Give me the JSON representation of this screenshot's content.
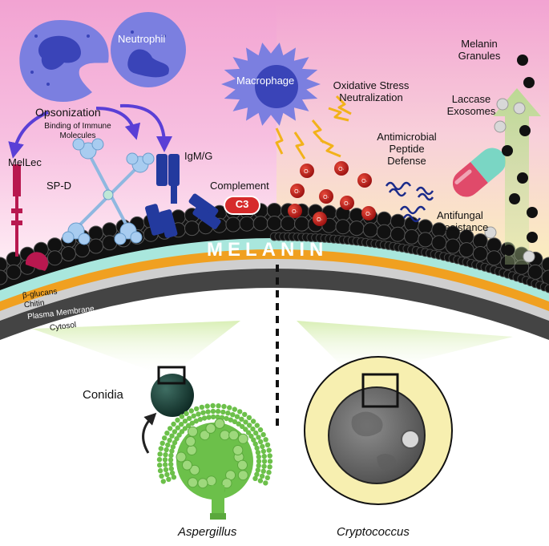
{
  "labels": {
    "neutrophil": "Neutrophil",
    "macrophage": "Macrophage",
    "opsonization": "Opsonization",
    "binding": "Binding of Immune\nMolecules",
    "mellec": "MelLec",
    "spd": "SP-D",
    "igmg": "IgM/G",
    "complement": "Complement",
    "c3": "C3",
    "oxidative": "Oxidative Stress\nNeutralization",
    "antimicrobial": "Antimicrobial\nPeptide\nDefense",
    "antifungal": "Antifungal\nResistance",
    "melanin_granules": "Melanin\nGranules",
    "laccase": "Laccase\nExosomes",
    "melanin": "MELANIN",
    "beta_glucans": "β-glucans",
    "chitin": "Chitin",
    "plasma_membrane": "Plasma Membrane",
    "cytosol": "Cytosol",
    "conidia": "Conidia",
    "aspergillus": "Aspergillus",
    "cryptococcus": "Cryptococcus",
    "radical": "O·"
  },
  "colors": {
    "immune_cell": "#7b7fe0",
    "nucleus": "#3a44b8",
    "arrow": "#5a3fd6",
    "complement_red": "#d62b2b",
    "melanin_black": "#111111",
    "beta_glucan_layer": "#a9e7dd",
    "chitin_layer": "#f0a020",
    "membrane_layer": "#bdbdbd",
    "aspergillus_green": "#6cc04a",
    "cryptococcus_capsule": "#f7efb0"
  }
}
